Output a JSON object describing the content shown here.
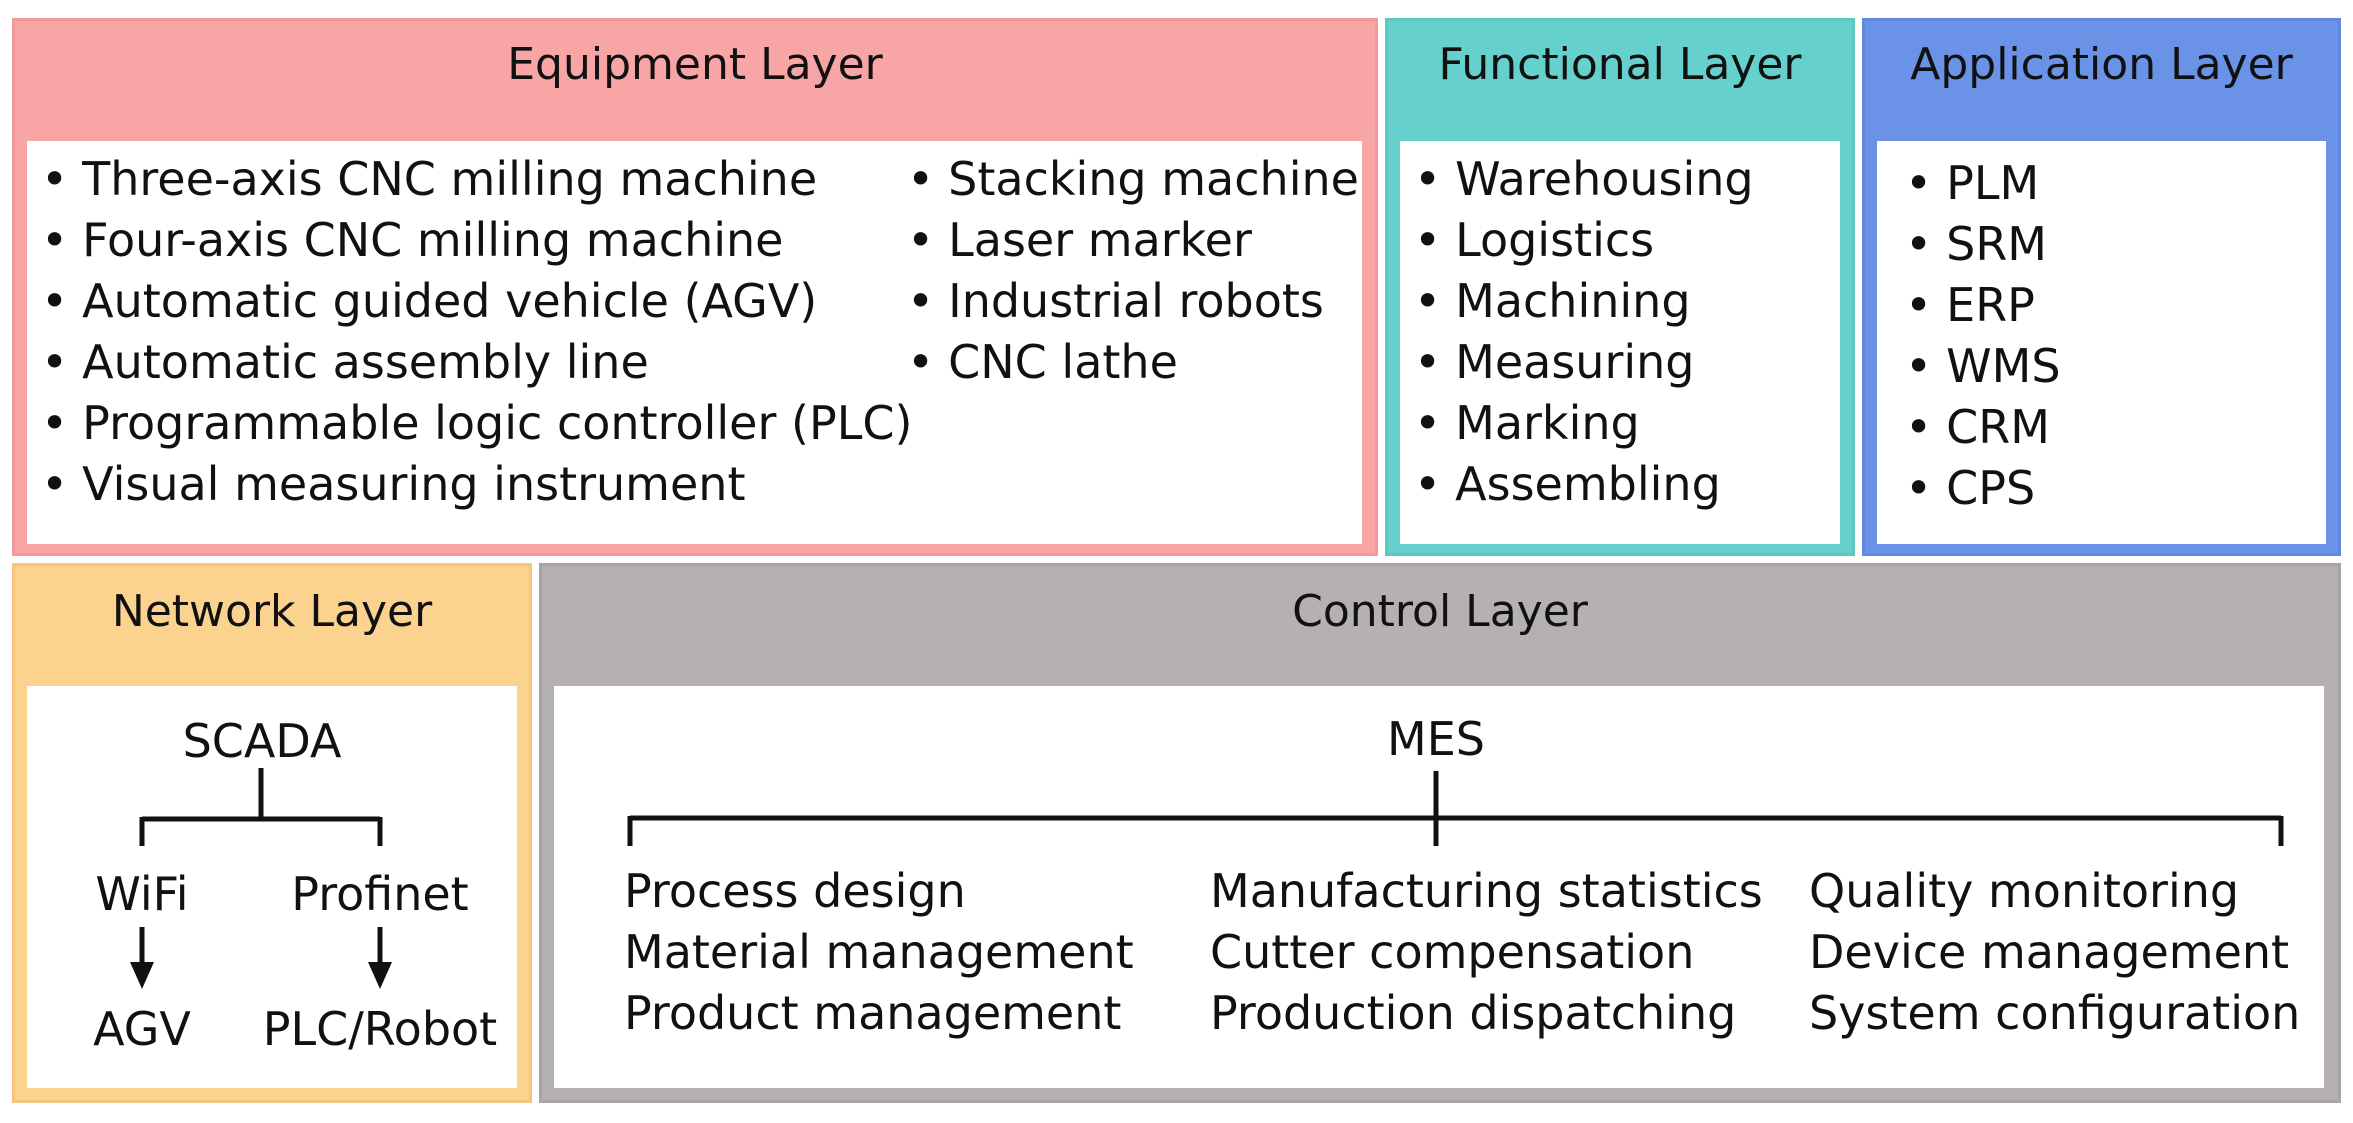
{
  "equipment_layer": {
    "title": "Equipment Layer",
    "col1": [
      "Three-axis CNC milling machine",
      "Four-axis CNC milling machine",
      "Automatic guided vehicle (AGV)",
      "Automatic assembly line",
      "Programmable logic controller (PLC)",
      "Visual measuring instrument"
    ],
    "col2": [
      "Stacking machine",
      "Laser marker",
      "Industrial robots",
      "CNC lathe"
    ]
  },
  "functional_layer": {
    "title": "Functional Layer",
    "items": [
      "Warehousing",
      "Logistics",
      "Machining",
      "Measuring",
      "Marking",
      "Assembling"
    ]
  },
  "application_layer": {
    "title": "Application Layer",
    "items": [
      "PLM",
      "SRM",
      "ERP",
      "WMS",
      "CRM",
      "CPS"
    ]
  },
  "network_layer": {
    "title": "Network Layer",
    "root": "SCADA",
    "branches": [
      {
        "label": "WiFi",
        "target": "AGV"
      },
      {
        "label": "Profinet",
        "target": "PLC/Robot"
      }
    ]
  },
  "control_layer": {
    "title": "Control Layer",
    "root": "MES",
    "columns": [
      [
        "Process design",
        "Material management",
        "Product management"
      ],
      [
        "Manufacturing statistics",
        "Cutter compensation",
        "Production dispatching"
      ],
      [
        "Quality monitoring",
        "Device management",
        "System configuration"
      ]
    ]
  },
  "colors": {
    "equipment": "#f7a5a5",
    "functional": "#66d1cc",
    "application": "#6a93e8",
    "network": "#fbd38f",
    "control": "#b5b1b3"
  }
}
